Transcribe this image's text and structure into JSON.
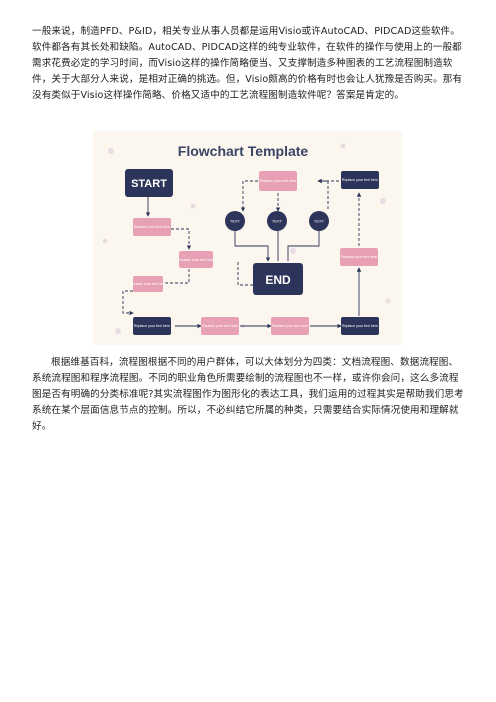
{
  "doc": {
    "paragraph1": "一般来说，制造PFD、P&ID，相关专业从事人员都是运用Visio或许AutoCAD、PIDCAD这些软件。软件都各有其长处和缺陷。AutoCAD、PIDCAD这样的纯专业软件，在软件的操作与使用上的一般都需求花费必定的学习时间，而Visio这样的操作简略便当、又支撑制造多种图表的工艺流程图制造软件，关于大部分人来说，是相对正确的挑选。但，Visio颇高的价格有时也会让人犹豫是否购买。那有没有类似于Visio这样操作简略、价格又适中的工艺流程图制造软件呢？答案是肯定的。",
    "paragraph2": "根据维基百科，流程图根据不同的用户群体，可以大体划分为四类：文档流程图、数据流程图、系统流程图和程序流程图。不同的职业角色所需要绘制的流程图也不一样，或许你会问，这么多流程图是否有明确的分类标准呢?其实流程图作为图形化的表达工具，我们运用的过程其实是帮助我们思考系统在某个层面信息节点的控制。所以，不必纠结它所属的种类，只需要结合实际情况使用和理解就好。"
  },
  "figure": {
    "title": "Flowchart Template",
    "start_label": "START",
    "end_label": "END",
    "text_label": "TEXT",
    "placeholder": "Replace your text here",
    "colors": {
      "background": "#fbf6ee",
      "navy": "#2c3459",
      "pink": "#e8a1b4",
      "title": "#3b4466"
    }
  }
}
